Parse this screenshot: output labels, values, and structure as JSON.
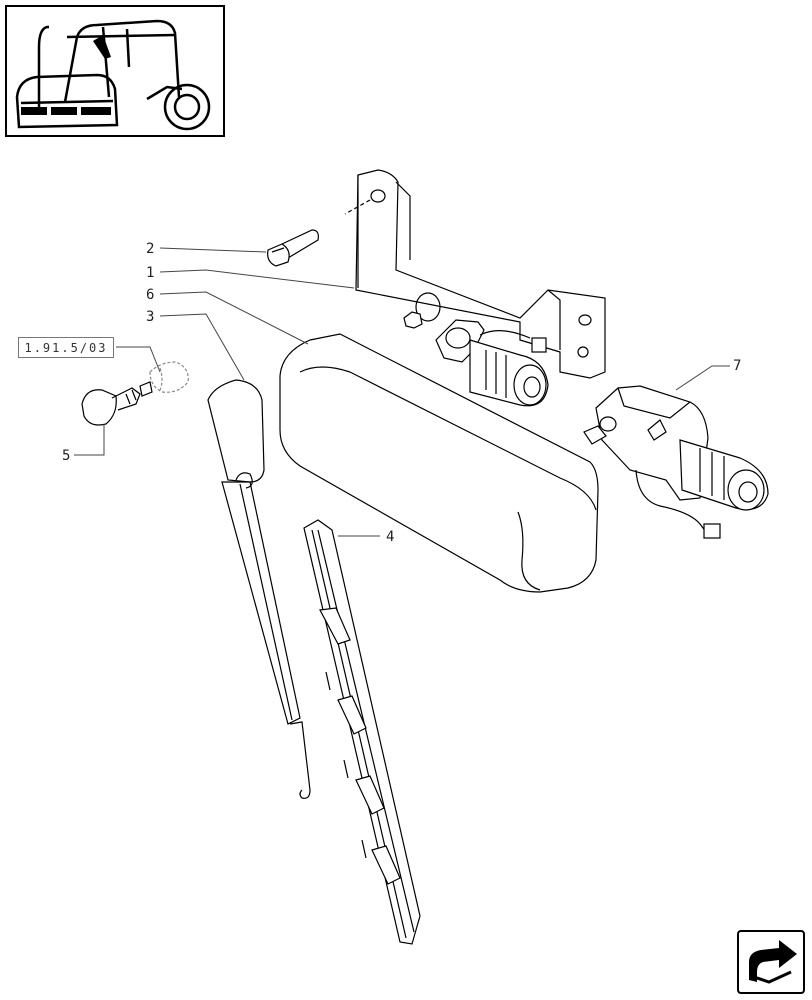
{
  "callouts": {
    "c1": "1",
    "c2": "2",
    "c3": "3",
    "c4": "4",
    "c5": "5",
    "c6": "6",
    "c7": "7"
  },
  "reference": "1.91.5/03",
  "icons": {
    "thumbnail": "tractor-cab-thumbnail",
    "navigation": "next-page-arrow-icon"
  }
}
